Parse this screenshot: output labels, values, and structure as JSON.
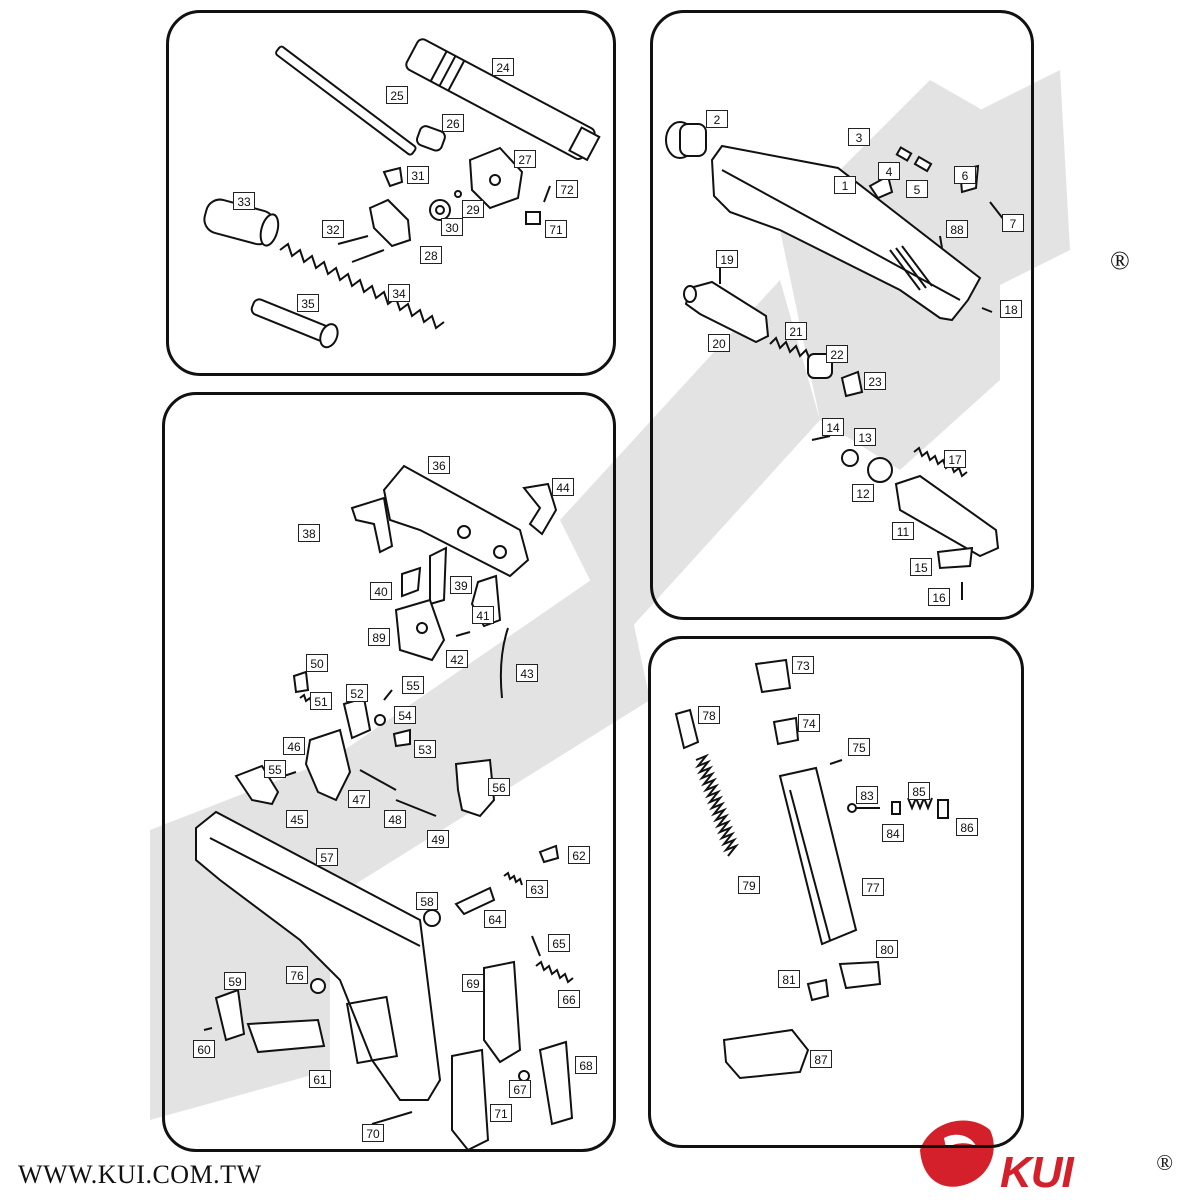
{
  "website": "WWW.KUI.COM.TW",
  "brand": {
    "name": "KUI",
    "registered_mark": "®",
    "color": "#d4202a"
  },
  "colors": {
    "line": "#111111",
    "watermark": "#d6d6d6",
    "background": "#ffffff"
  },
  "panels": [
    {
      "id": "barrel-group",
      "labels": [
        "24",
        "25",
        "26",
        "27",
        "29",
        "30",
        "31",
        "32",
        "28",
        "33",
        "34",
        "35",
        "71",
        "72"
      ]
    },
    {
      "id": "slide-group",
      "labels": [
        "1",
        "2",
        "3",
        "4",
        "5",
        "6",
        "7",
        "88",
        "18",
        "19",
        "20",
        "21",
        "22",
        "23",
        "14",
        "13",
        "12",
        "17",
        "11",
        "15",
        "16"
      ]
    },
    {
      "id": "frame-group",
      "labels": [
        "36",
        "44",
        "38",
        "39",
        "40",
        "41",
        "89",
        "42",
        "43",
        "50",
        "51",
        "52",
        "55",
        "54",
        "53",
        "46",
        "55",
        "47",
        "45",
        "48",
        "49",
        "56",
        "57",
        "62",
        "63",
        "58",
        "64",
        "65",
        "59",
        "76",
        "69",
        "66",
        "60",
        "61",
        "67",
        "68",
        "71",
        "70"
      ]
    },
    {
      "id": "magazine-group",
      "labels": [
        "73",
        "74",
        "75",
        "78",
        "83",
        "85",
        "84",
        "86",
        "79",
        "77",
        "80",
        "81",
        "87"
      ]
    }
  ],
  "part_labels": [
    "24",
    "25",
    "26",
    "27",
    "31",
    "72",
    "33",
    "29",
    "32",
    "30",
    "71",
    "28",
    "34",
    "35",
    "2",
    "3",
    "4",
    "6",
    "1",
    "5",
    "7",
    "88",
    "19",
    "18",
    "21",
    "20",
    "22",
    "23",
    "14",
    "13",
    "17",
    "12",
    "11",
    "15",
    "16",
    "36",
    "44",
    "38",
    "40",
    "39",
    "41",
    "89",
    "42",
    "43",
    "50",
    "55",
    "51",
    "52",
    "54",
    "53",
    "46",
    "55",
    "47",
    "56",
    "45",
    "48",
    "49",
    "57",
    "62",
    "63",
    "58",
    "64",
    "65",
    "59",
    "76",
    "69",
    "66",
    "60",
    "61",
    "67",
    "68",
    "71",
    "70",
    "73",
    "78",
    "74",
    "75",
    "83",
    "85",
    "84",
    "86",
    "79",
    "77",
    "80",
    "81",
    "87"
  ]
}
